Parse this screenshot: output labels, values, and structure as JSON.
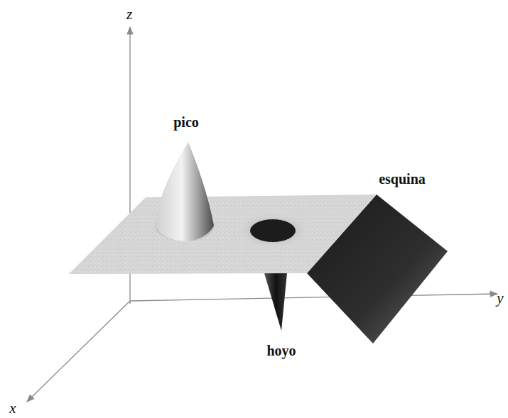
{
  "diagram": {
    "labels": [
      "z",
      "pico",
      "esquina",
      "hoyo",
      "x",
      "y"
    ]
  }
}
